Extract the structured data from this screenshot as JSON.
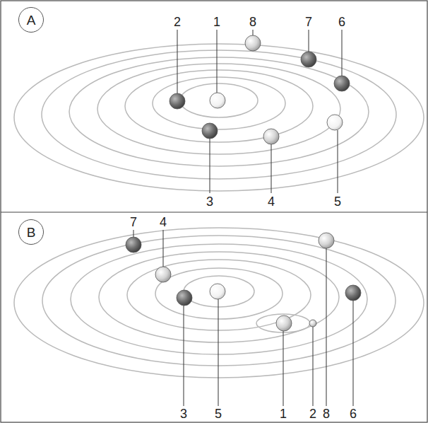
{
  "diagram": {
    "nodes": [
      {
        "text": [
          "A"
        ]
      },
      {
        "text": [
          "B"
        ]
      }
    ],
    "labels": [
      "2",
      "1",
      "8",
      "7",
      "6",
      "3",
      "4",
      "5",
      "7",
      "4",
      "3",
      "5",
      "1",
      "2",
      "8",
      "6"
    ]
  }
}
